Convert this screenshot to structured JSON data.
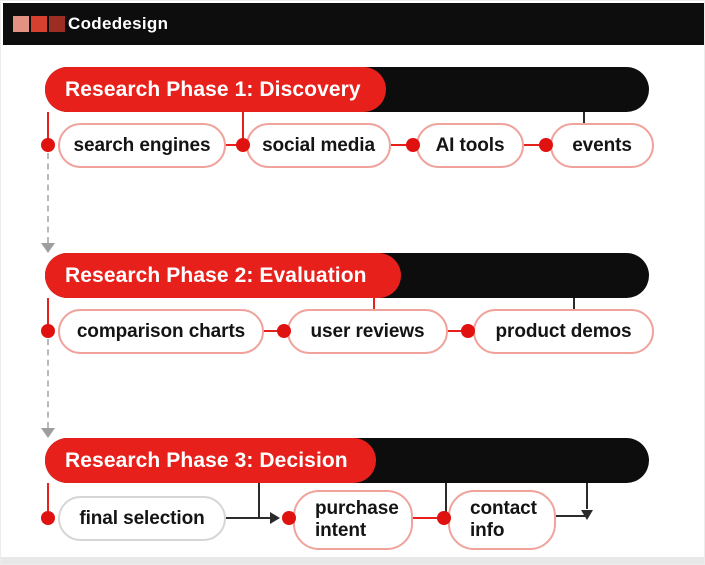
{
  "brand": {
    "name": "Codedesign"
  },
  "colors": {
    "accent_red": "#e8201c",
    "bar_black": "#0d0d0d",
    "dot_red": "#e01210",
    "node_border_red": "#efa39c",
    "node_border_gray": "#d6d6d6",
    "line_black": "#2b2b2b",
    "line_gray": "#9e9e9e",
    "logo_1": "#e29183",
    "logo_2": "#d6402f",
    "logo_3": "#9c2d22"
  },
  "phases": [
    {
      "title": "Research Phase 1: Discovery",
      "nodes": [
        "search engines",
        "social media",
        "AI tools",
        "events"
      ]
    },
    {
      "title": "Research Phase 2: Evaluation",
      "nodes": [
        "comparison charts",
        "user reviews",
        "product demos"
      ]
    },
    {
      "title": "Research Phase 3: Decision",
      "nodes": [
        "final selection",
        "purchase intent",
        "contact info"
      ]
    }
  ]
}
